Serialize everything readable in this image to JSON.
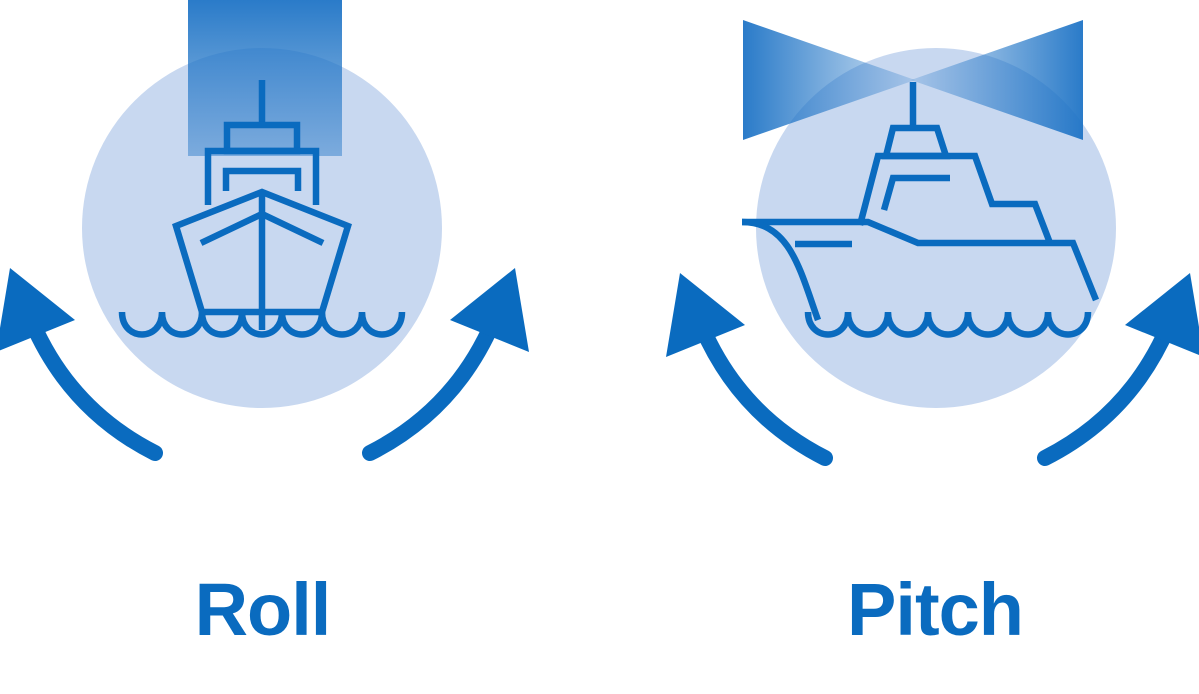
{
  "colors": {
    "brand_blue": "#0a6bbf",
    "circle_fill": "#c8d8f0"
  },
  "panels": [
    {
      "label": "Roll",
      "icon": "ship-front-view-icon",
      "beam": "vertical-sonar-beam",
      "arrows": [
        "curved-arrow-left-icon",
        "curved-arrow-right-icon"
      ]
    },
    {
      "label": "Pitch",
      "icon": "ship-side-view-icon",
      "beam": "horizontal-sonar-beam",
      "arrows": [
        "curved-arrow-left-icon",
        "curved-arrow-right-icon"
      ]
    }
  ]
}
